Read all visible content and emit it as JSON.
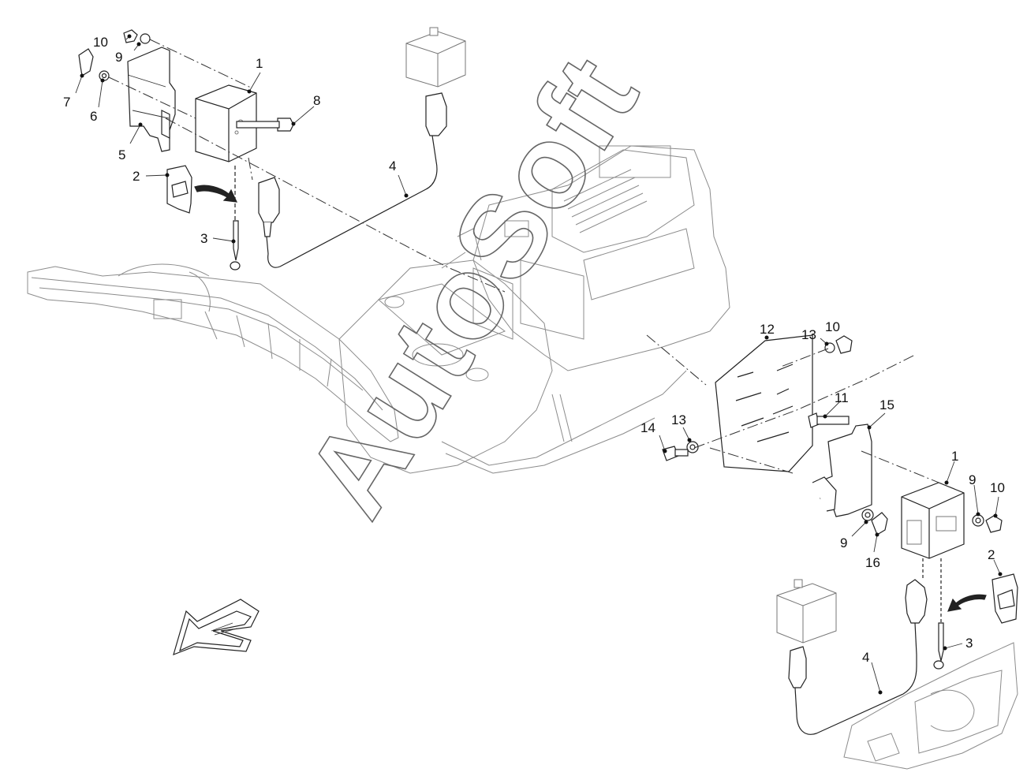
{
  "watermark": {
    "text": "AutoSoft"
  },
  "callouts": [
    {
      "id": "c1",
      "label": "1"
    },
    {
      "id": "c2",
      "label": "2"
    },
    {
      "id": "c3",
      "label": "3"
    },
    {
      "id": "c4",
      "label": "4"
    },
    {
      "id": "c5",
      "label": "5"
    },
    {
      "id": "c6",
      "label": "6"
    },
    {
      "id": "c7",
      "label": "7"
    },
    {
      "id": "c8",
      "label": "8"
    },
    {
      "id": "c9",
      "label": "9"
    },
    {
      "id": "c10",
      "label": "10"
    },
    {
      "id": "c1b",
      "label": "1"
    },
    {
      "id": "c2b",
      "label": "2"
    },
    {
      "id": "c3b",
      "label": "3"
    },
    {
      "id": "c4b",
      "label": "4"
    },
    {
      "id": "c9b",
      "label": "9"
    },
    {
      "id": "c9c",
      "label": "9"
    },
    {
      "id": "c10b",
      "label": "10"
    },
    {
      "id": "c10c",
      "label": "10"
    },
    {
      "id": "c11",
      "label": "11"
    },
    {
      "id": "c12",
      "label": "12"
    },
    {
      "id": "c13",
      "label": "13"
    },
    {
      "id": "c13b",
      "label": "13"
    },
    {
      "id": "c14",
      "label": "14"
    },
    {
      "id": "c15",
      "label": "15"
    },
    {
      "id": "c16",
      "label": "16"
    }
  ]
}
